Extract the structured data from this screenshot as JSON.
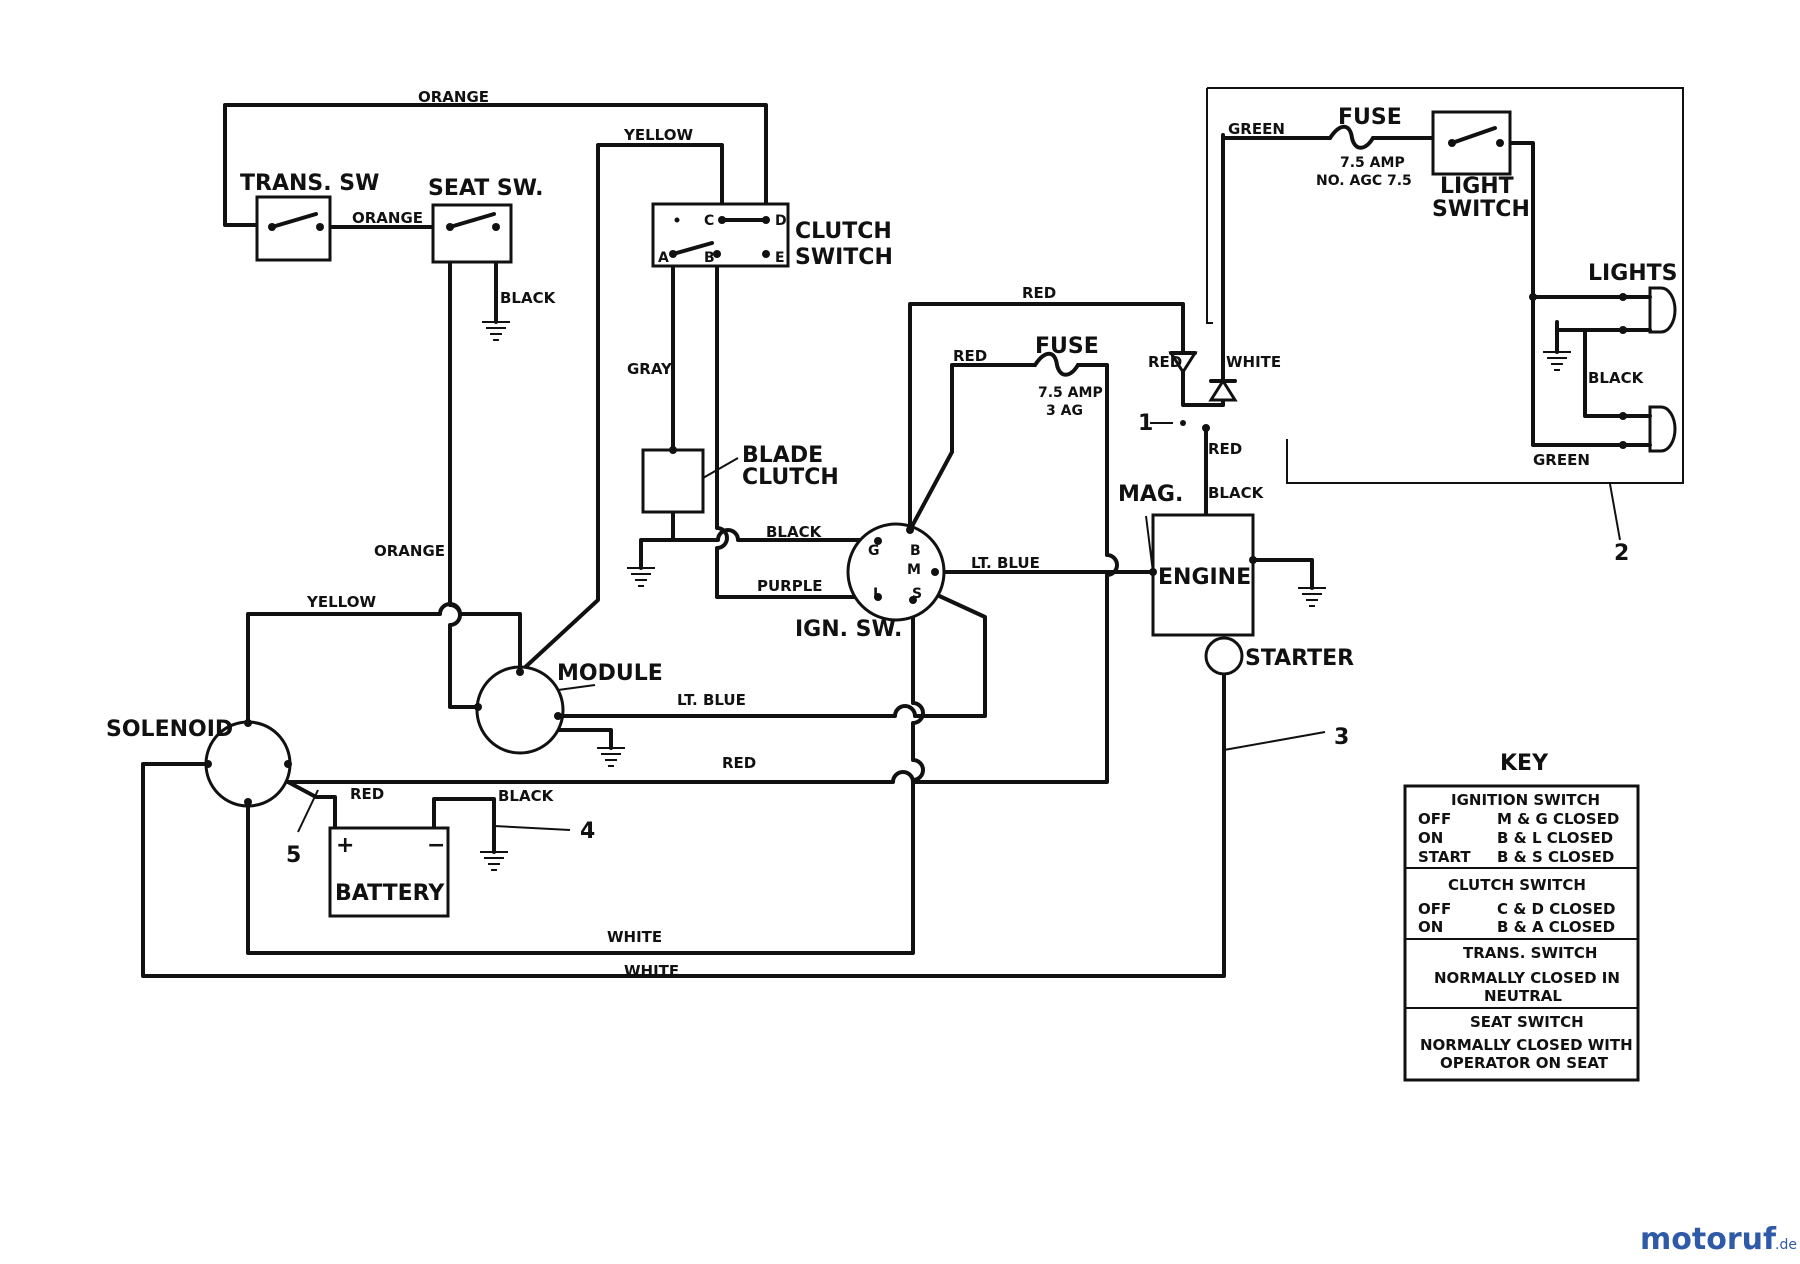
{
  "components": {
    "trans_sw": "TRANS. SW",
    "seat_sw": "SEAT SW.",
    "clutch_switch": [
      "CLUTCH",
      "SWITCH"
    ],
    "clutch_pins": [
      "C",
      "D",
      "A",
      "B",
      "E"
    ],
    "blade_clutch": [
      "BLADE",
      "CLUTCH"
    ],
    "ign_sw": "IGN. SW.",
    "ign_pins": [
      "G",
      "B",
      "M",
      "L",
      "S"
    ],
    "module": "MODULE",
    "solenoid": "SOLENOID",
    "battery": "BATTERY",
    "battery_plus": "+",
    "battery_minus": "−",
    "engine": "ENGINE",
    "mag": "MAG.",
    "starter": "STARTER",
    "fuse_main": "FUSE",
    "fuse_main_rating": [
      "7.5 AMP",
      "3 AG"
    ],
    "fuse_light": "FUSE",
    "fuse_light_rating": [
      "7.5 AMP",
      "NO. AGC 7.5"
    ],
    "light_switch": [
      "LIGHT",
      "SWITCH"
    ],
    "lights": "LIGHTS"
  },
  "wires": {
    "orange_top": "ORANGE",
    "orange_mid": "ORANGE",
    "orange_left": "ORANGE",
    "yellow_top": "YELLOW",
    "yellow_left": "YELLOW",
    "black_seat": "BLACK",
    "gray": "GRAY",
    "black_ign": "BLACK",
    "purple": "PURPLE",
    "lt_blue_ign": "LT. BLUE",
    "lt_blue_module": "LT. BLUE",
    "red_top": "RED",
    "red_fuse": "RED",
    "red_diode": "RED",
    "white_diode": "WHITE",
    "red_mid": "RED",
    "black_engine": "BLACK",
    "red_main": "RED",
    "red_batt": "RED",
    "black_batt": "BLACK",
    "white_inner": "WHITE",
    "white_outer": "WHITE",
    "green_top": "GREEN",
    "green_bottom": "GREEN",
    "black_lights": "BLACK"
  },
  "callouts": [
    "1",
    "2",
    "3",
    "4",
    "5"
  ],
  "key": {
    "title": "KEY",
    "sections": [
      {
        "heading": "IGNITION SWITCH",
        "rows": [
          {
            "state": "OFF",
            "condition": "M & G  CLOSED"
          },
          {
            "state": "ON",
            "condition": "B & L  CLOSED"
          },
          {
            "state": "START",
            "condition": "B & S  CLOSED"
          }
        ]
      },
      {
        "heading": "CLUTCH SWITCH",
        "rows": [
          {
            "state": "OFF",
            "condition": "C & D  CLOSED"
          },
          {
            "state": "ON",
            "condition": "B & A  CLOSED"
          }
        ]
      },
      {
        "heading": "TRANS. SWITCH",
        "lines": [
          "NORMALLY CLOSED IN",
          "NEUTRAL"
        ]
      },
      {
        "heading": "SEAT SWITCH",
        "lines": [
          "NORMALLY CLOSED WITH",
          "OPERATOR ON SEAT"
        ]
      }
    ]
  },
  "watermark": {
    "brand": "motoruf",
    "suffix": ".de"
  }
}
